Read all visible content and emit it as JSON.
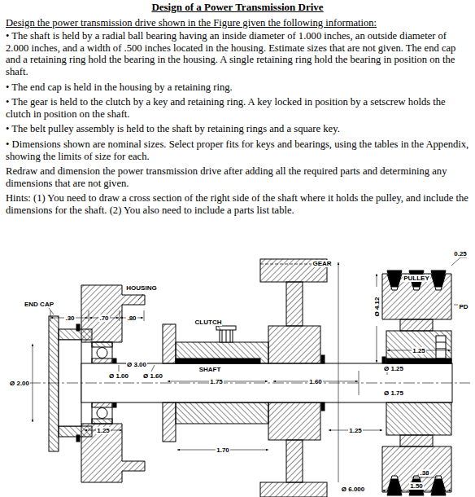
{
  "diagram": {
    "title": "Design of a Power Transmission Drive",
    "labels": [
      "Design the power transmission drive shown in the Figure given the following information:",
      "• The shaft is held by a radial ball bearing having an inside diameter of 1.000 inches, an outside diameter of 2.000 inches, and a width of .500 inches located in the housing. Estimate sizes that are not given. The end cap and a retaining ring hold the bearing in the housing. A single retaining ring hold the bearing in position on the shaft.",
      "• The end cap is held in the housing by a retaining ring.",
      "• The gear is held to the clutch by a key and retaining ring. A key locked in position by a setscrew holds the clutch in position on the shaft.",
      "• The belt pulley assembly is held to the shaft by retaining rings and a square key.",
      "• Dimensions shown are nominal sizes. Select proper fits for keys and bearings, using the tables in the Appendix, showing the limits of size for each.",
      "Redraw and dimension the power transmission drive after adding all the required parts and determining any dimensions that are not given.",
      "Hints: (1) You need to draw a cross section of the right side of the shaft where it holds the pulley, and include the dimensions for the shaft. (2) You also need to include a parts list table.",
      "GEAR",
      "PULLEY",
      "0.25",
      "PD",
      "END CAP",
      ".30",
      ".70",
      ".80",
      "HOUSING",
      "CLUTCH",
      "Ø 2.00",
      "Ø 3.00",
      "Ø 1.00",
      "Ø 1.60",
      "SHAFT",
      "1.75",
      "1.60",
      "Ø 1.25",
      "Ø 4.12",
      "1.25",
      "Ø 1.75",
      "1.25",
      "1.25",
      "1.70",
      "Ø 6.000",
      ".38",
      "1.50"
    ]
  }
}
